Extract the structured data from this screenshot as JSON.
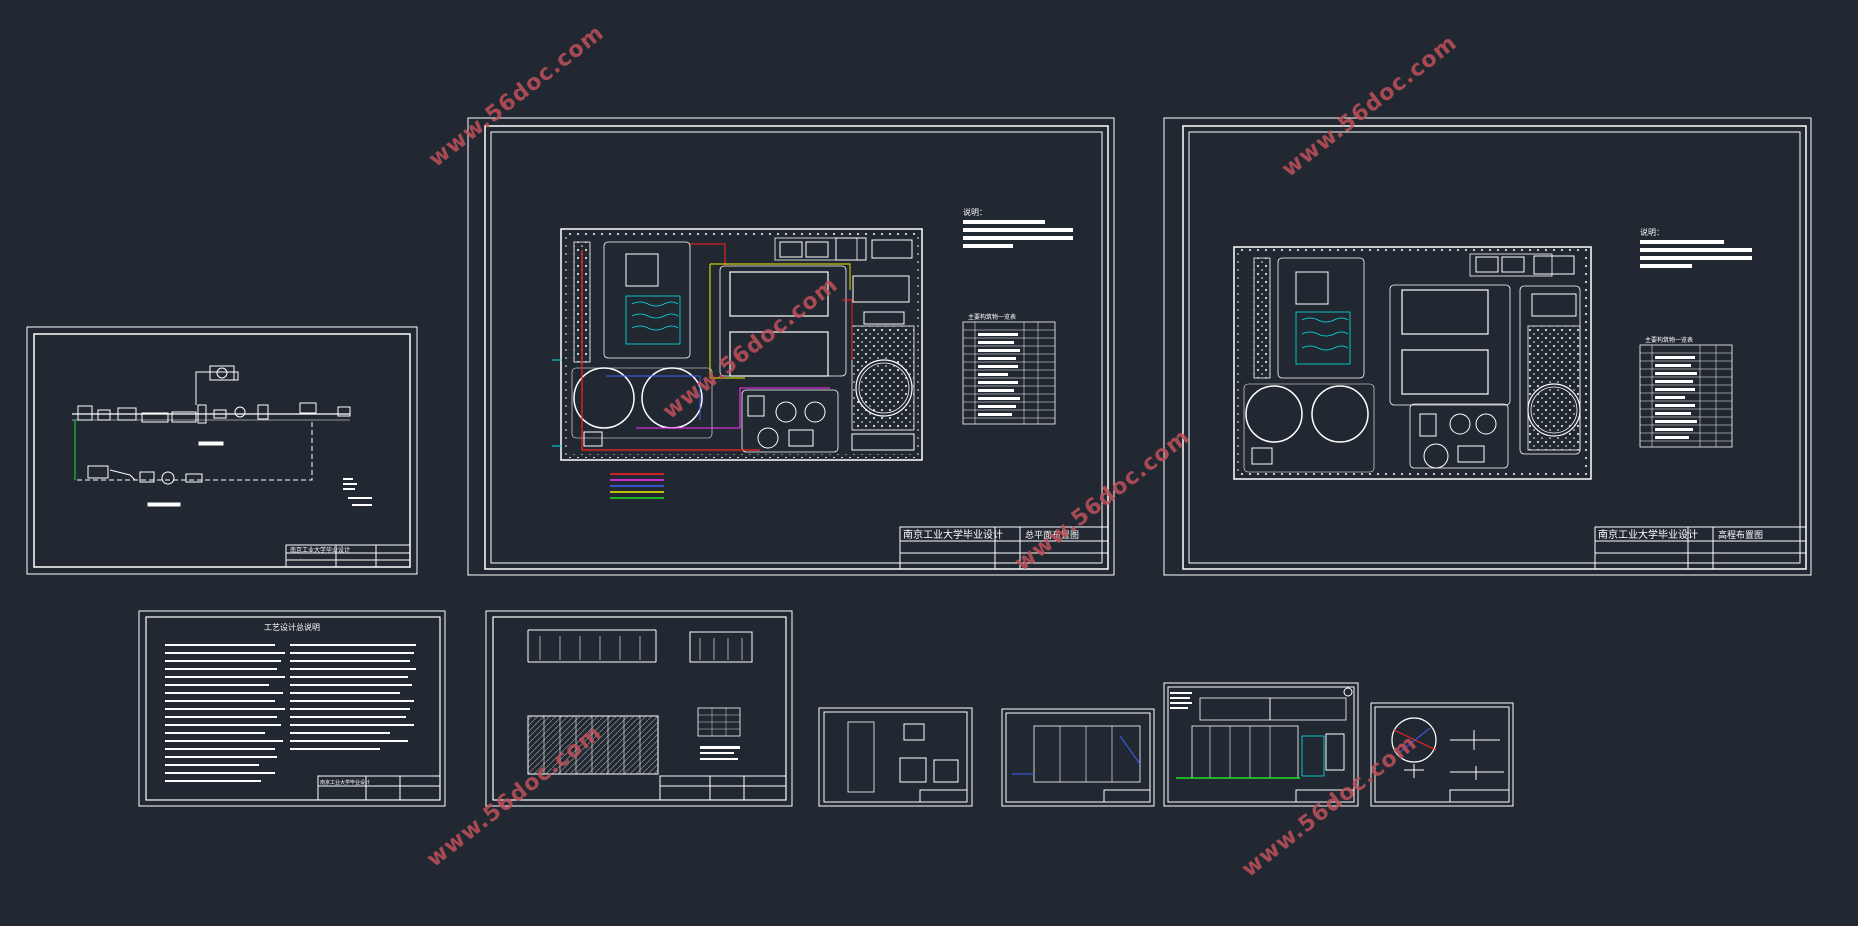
{
  "viewer": {
    "background": "#222831",
    "line_color": "#ffffff"
  },
  "watermark": {
    "text": "www.56doc.com",
    "color": "#c0505a"
  },
  "sheets": {
    "plan_a": {
      "title_block_name": "南京工业大学毕业设计",
      "title_block_drawing": "总平面布置图",
      "notes_heading": "说明：",
      "table_heading": "主要构筑物一览表"
    },
    "plan_b": {
      "title_block_name": "南京工业大学毕业设计",
      "title_block_drawing": "高程布置图",
      "notes_heading": "说明：",
      "table_heading": "主要构筑物一览表"
    },
    "flow": {
      "title_block_name": "南京工业大学毕业设计"
    },
    "spec": {
      "title": "工艺设计总说明",
      "title_block_name": "南京工业大学毕业设计"
    }
  },
  "colors": {
    "line": "#ffffff",
    "cyan": "#00e5e5",
    "red": "#ff2020",
    "yellow": "#f0f000",
    "magenta": "#ff30ff",
    "green": "#20e020",
    "blue": "#4060ff"
  }
}
